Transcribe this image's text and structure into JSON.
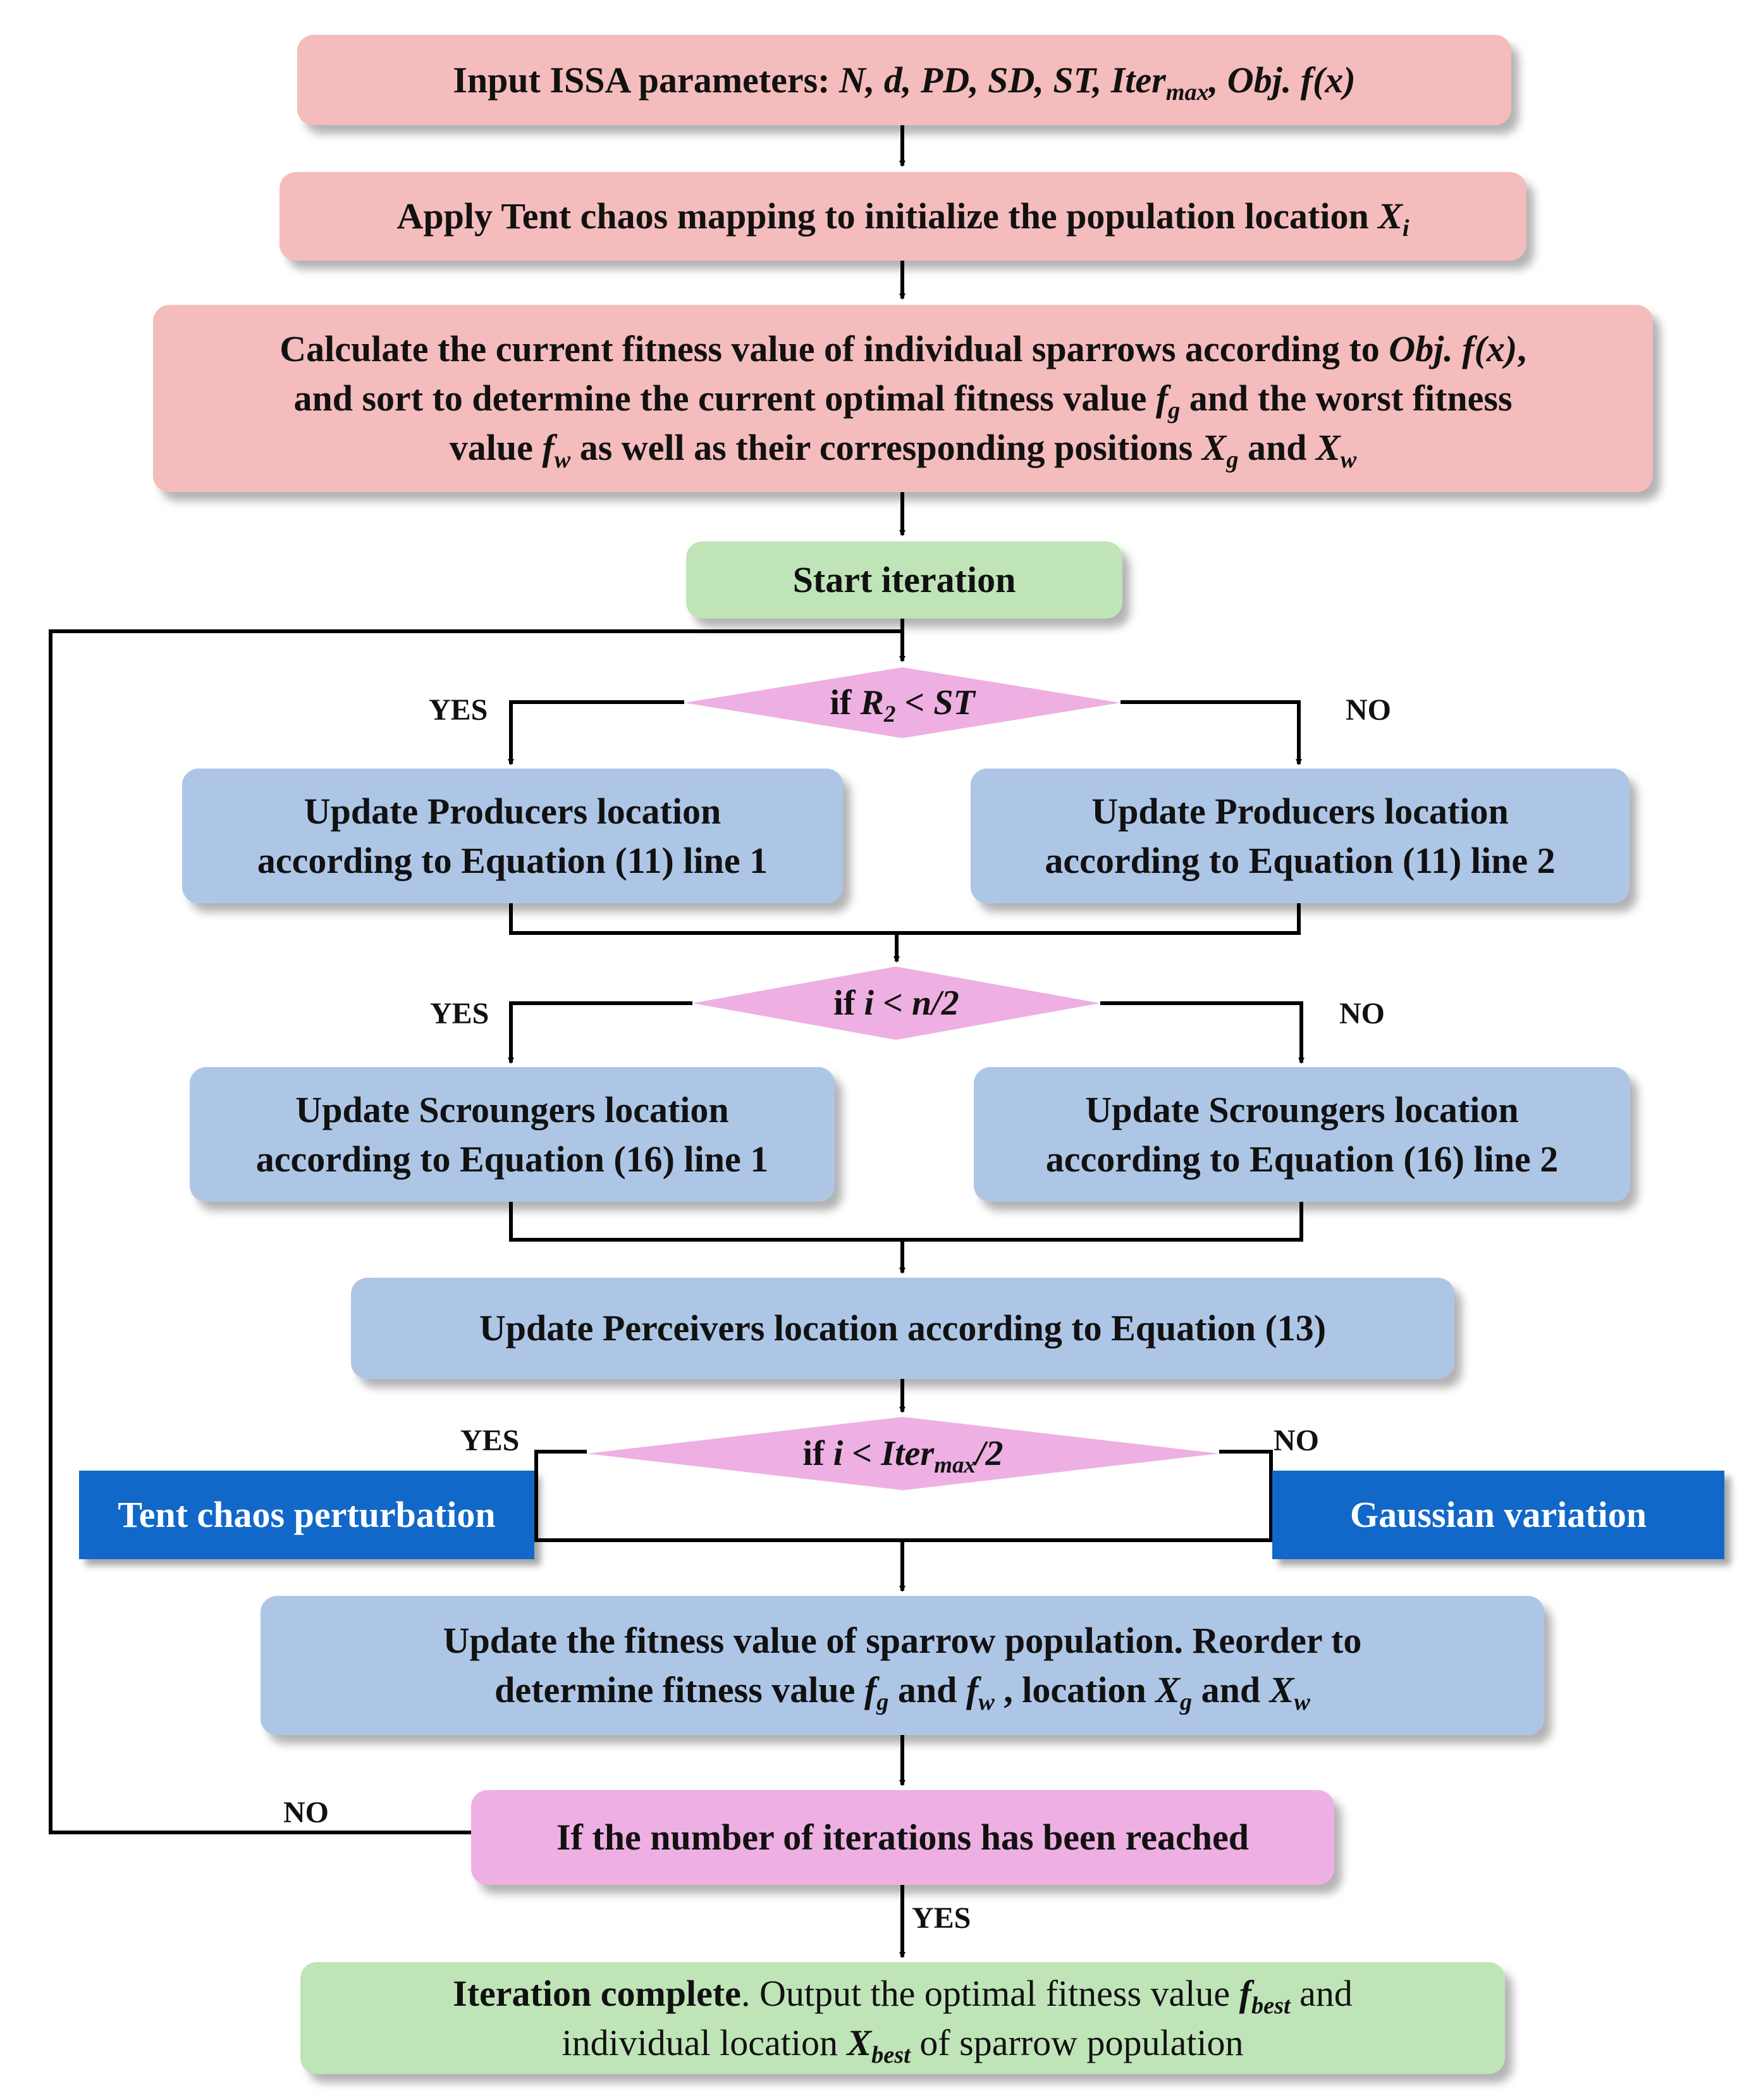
{
  "nodes": {
    "input": {
      "pre": "Input ISSA parameters: ",
      "math": "N,  d,  PD,  SD,  ST,  Iter",
      "math_sub": "max",
      "math_post": ",  Obj. f(x)"
    },
    "tent_init": {
      "pre": "Apply Tent chaos mapping to initialize the population location ",
      "var": "X",
      "var_sub": "i"
    },
    "fitness_calc": {
      "line1_pre": "Calculate the current fitness value of individual sparrows according to ",
      "line1_math": "Obj. f(x)",
      "line1_post": ",",
      "line2_pre": "and sort to determine the current optimal fitness value ",
      "fg": "f",
      "fg_sub": "g",
      "line2_post": " and the worst fitness",
      "line3_pre": "value ",
      "fw": "f",
      "fw_sub": "w",
      "line3_mid": " as well as their corresponding positions ",
      "xg": "X",
      "xg_sub": "g",
      "line3_and": " and ",
      "xw": "X",
      "xw_sub": "w"
    },
    "start_iteration": "Start iteration",
    "decision1": {
      "pre": "if ",
      "var": "R",
      "var_sub": "2",
      "post": " < ",
      "var2": "ST"
    },
    "producers_line1": {
      "line1": "Update Producers location",
      "line2": "according to Equation (11) line 1"
    },
    "producers_line2": {
      "line1": "Update Producers location",
      "line2": "according to Equation (11) line 2"
    },
    "decision2": {
      "pre": "if ",
      "expr": "i < n/2"
    },
    "scroungers_line1": {
      "line1": "Update Scroungers location",
      "line2": "according to Equation (16) line 1"
    },
    "scroungers_line2": {
      "line1": "Update Scroungers location",
      "line2": "according to Equation (16) line 2"
    },
    "perceivers": "Update Perceivers location according to Equation (13)",
    "decision3": {
      "pre": "if ",
      "expr": "i < Iter",
      "expr_sub": "max",
      "post": "/2"
    },
    "tent_perturbation": "Tent chaos perturbation",
    "gaussian": "Gaussian variation",
    "update_fitness": {
      "line1": "Update the fitness value of sparrow population. Reorder to",
      "line2_pre": "determine fitness value ",
      "fg": "f",
      "fg_sub": "g",
      "and1": " and ",
      "fw": "f",
      "fw_sub": "w",
      "mid": " , location ",
      "xg": "X",
      "xg_sub": "g",
      "and2": " and ",
      "xw": "X",
      "xw_sub": "w"
    },
    "termination": "If the number of iterations has been reached",
    "complete": {
      "bold": "Iteration complete",
      "line1_rest": ". Output the optimal fitness value ",
      "fbest": "f",
      "fbest_sub": "best",
      "line1_post": " and",
      "line2_pre": "individual location ",
      "xbest": "X",
      "xbest_sub": "best",
      "line2_post": " of sparrow population"
    }
  },
  "labels": {
    "d1_yes": "YES",
    "d1_no": "NO",
    "d2_yes": "YES",
    "d2_no": "NO",
    "d3_yes": "YES",
    "d3_no": "NO",
    "loop_no": "NO",
    "end_yes": "YES"
  },
  "colors": {
    "init_boxes": "#f4bcbc",
    "start_end": "#bfe4b8",
    "process": "#aec6e6",
    "decision": "#eeb0e3",
    "variation": "#1168c8"
  }
}
